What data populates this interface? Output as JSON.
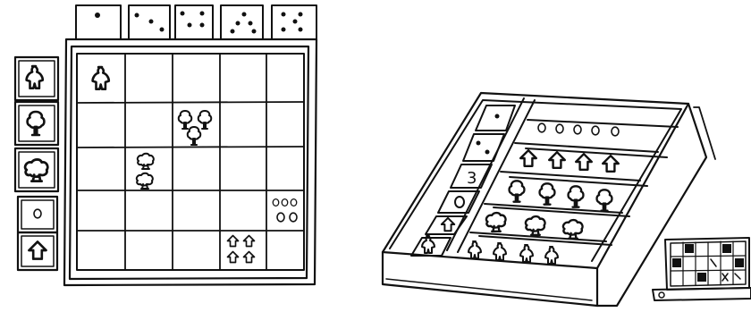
{
  "sketch": {
    "left_board": {
      "rows": 5,
      "cols": 5,
      "top_dice_pips": [
        1,
        3,
        4,
        5,
        5
      ],
      "side_tokens": [
        "person-icon",
        "tree-icon",
        "bush-icon",
        "circle-icon",
        "house-icon"
      ],
      "cells": [
        {
          "row": 0,
          "col": 0,
          "icon": "person-icon",
          "count": 1
        },
        {
          "row": 1,
          "col": 2,
          "icon": "tree-icon",
          "count": 3
        },
        {
          "row": 2,
          "col": 1,
          "icon": "bush-icon",
          "count": 2
        },
        {
          "row": 3,
          "col": 4,
          "icon": "circle-icon",
          "count": 5
        },
        {
          "row": 4,
          "col": 3,
          "icon": "house-icon",
          "count": 4
        }
      ]
    },
    "right_box": {
      "left_column_labels": [
        "",
        "",
        "3",
        "",
        "",
        ""
      ],
      "compartments": [
        {
          "icon": "circle-icon",
          "count": 5
        },
        {
          "icon": "house-icon",
          "count": 4
        },
        {
          "icon": "tree-icon",
          "count": 4
        },
        {
          "icon": "bush-icon",
          "count": 3
        },
        {
          "icon": "person-icon",
          "count": 4
        }
      ]
    },
    "mini_board": {
      "rows": 3,
      "cols": 6
    }
  }
}
